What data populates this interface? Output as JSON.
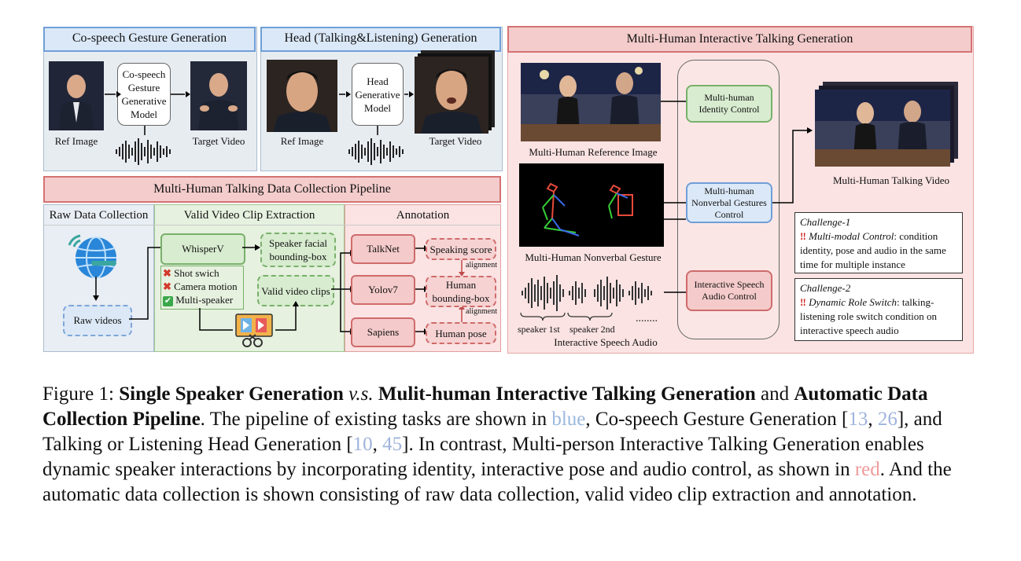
{
  "top_left": {
    "title": "Co-speech Gesture Generation",
    "model": "Co-speech Gesture Generative Model",
    "ref_label": "Ref Image",
    "target_label": "Target Video"
  },
  "top_mid": {
    "title": "Head (Talking&Listening) Generation",
    "model": "Head Generative Model",
    "ref_label": "Ref Image",
    "target_label": "Target Video"
  },
  "pipeline": {
    "title": "Multi-Human Talking Data Collection Pipeline",
    "col1": "Raw Data Collection",
    "col2": "Valid Video Clip Extraction",
    "col3": "Annotation",
    "raw_videos": "Raw videos",
    "whisperv": "WhisperV",
    "speaker_bbox": "Speaker facial bounding-box",
    "checks": [
      "Shot swich",
      "Camera motion",
      "Multi-speaker"
    ],
    "valid_clips": "Valid video clips",
    "talknet": "TalkNet",
    "yolov7": "Yolov7",
    "sapiens": "Sapiens",
    "speaking_score": "Speaking score",
    "human_bbox": "Human bounding-box",
    "human_pose": "Human pose",
    "alignment": "alignment"
  },
  "right": {
    "title": "Multi-Human Interactive Talking Generation",
    "ref_image_label": "Multi-Human Reference Image",
    "gesture_label": "Multi-Human Nonverbal Gesture",
    "audio_label": "Interactive Speech Audio",
    "speaker1": "speaker 1st",
    "speaker2": "speaker 2nd",
    "dots": "........",
    "identity_ctrl": "Multi-human Identity Control",
    "gesture_ctrl": "Multi-human Nonverbal Gestures Control",
    "audio_ctrl": "Interactive Speech Audio Control",
    "output_label": "Multi-Human Talking Video",
    "challenge1": {
      "title": "Challenge-1",
      "name": "Multi-modal Control",
      "text": ": condition identity, pose and audio in the same time for multiple instance"
    },
    "challenge2": {
      "title": "Challenge-2",
      "name": "Dynamic Role Switch",
      "text": ": talking-listening role switch condition on interactive speech audio"
    }
  },
  "caption": {
    "fig": "Figure 1: ",
    "b1": "Single Speaker Generation",
    "vs": " v.s. ",
    "b2": "Mulit-human Interactive Talking Generation",
    "and": " and ",
    "b3": "Automatic Data Collection Pipeline",
    "t1": ". The pipeline of existing tasks are shown in ",
    "blue": "blue",
    "t2": ", Co-speech Gesture Generation [",
    "r13": "13",
    "comma1": ", ",
    "r26": "26",
    "t3": "], and Talking or Listening Head Generation [",
    "r10": "10",
    "comma2": ", ",
    "r45": "45",
    "t4": "]. In contrast, Multi-person Interactive Talking Generation enables dynamic speaker interactions by incorporating identity, interactive pose and audio control, as shown in ",
    "red": "red",
    "t5": ". And the automatic data collection is shown consisting of raw data collection, valid video clip extraction and annotation."
  },
  "colors": {
    "blue": "#6f9fd8",
    "red": "#d47272",
    "green": "#78b06a"
  }
}
